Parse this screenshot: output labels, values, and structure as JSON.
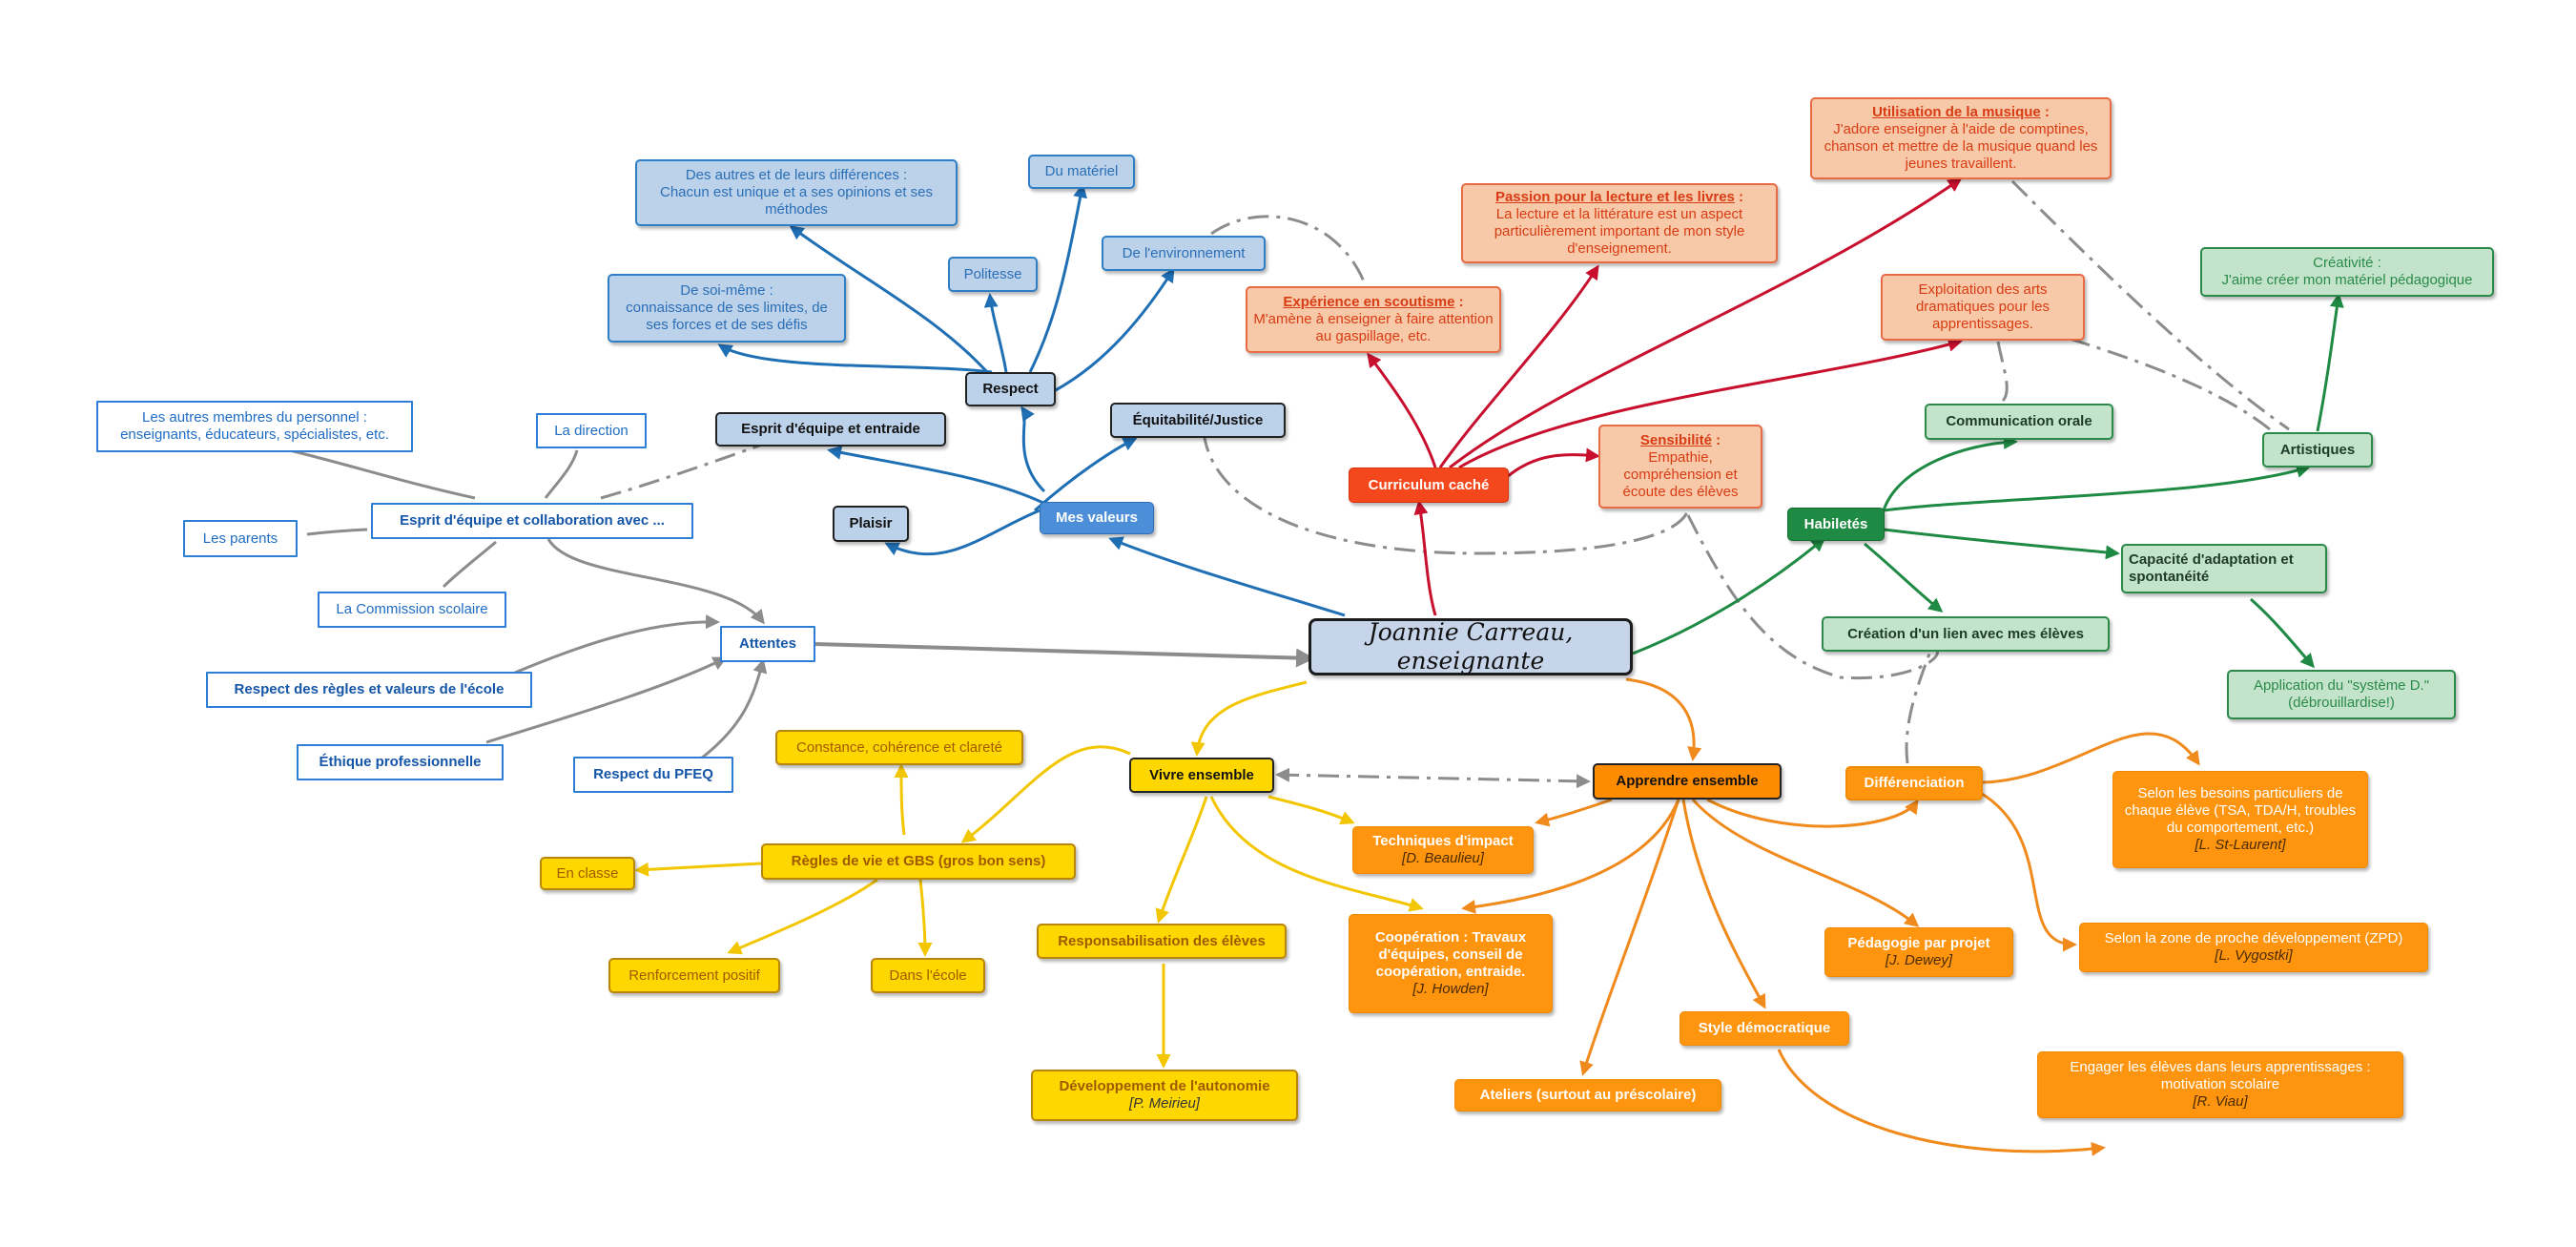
{
  "center": {
    "label": "Joannie Carreau, enseignante"
  },
  "colors": {
    "blue": "#1f6fb5",
    "gray": "#8c8c8c",
    "red": "#c8102e",
    "green": "#1f8a43",
    "yellow": "#f2c600",
    "orange": "#f08a1c"
  },
  "blue": {
    "mes_valeurs": "Mes valeurs",
    "respect": "Respect",
    "plaisir": "Plaisir",
    "esprit_equipe": "Esprit d'équipe et entraide",
    "equite": "Équitabilité/Justice",
    "soi_meme": {
      "title": "De soi-même :",
      "text": "connaissance de ses limites, de ses forces et de ses défis"
    },
    "autres": {
      "title": "Des autres et de leurs différences :",
      "text": "Chacun est unique et a ses opinions et ses méthodes"
    },
    "politesse": "Politesse",
    "materiel": "Du matériel",
    "environnement": "De l'environnement",
    "attentes": "Attentes",
    "esprit_collab": "Esprit d'équipe et collaboration avec ...",
    "personnel": "Les autres membres du personnel : enseignants, éducateurs, spécialistes, etc.",
    "direction": "La direction",
    "parents": "Les parents",
    "commission": "La Commission scolaire",
    "respect_regles": "Respect des règles et valeurs de l'école",
    "ethique": "Éthique professionnelle",
    "pfeq": "Respect du PFEQ"
  },
  "red": {
    "curriculum": "Curriculum caché",
    "scoutisme": {
      "title": "Expérience en scoutisme",
      "suffix": " :",
      "text": "M'amène à enseigner à faire attention au gaspillage, etc."
    },
    "lecture": {
      "title": "Passion pour la lecture et les livres",
      "suffix": " :",
      "text": "La lecture et la littérature est un aspect particulièrement important de mon style d'enseignement."
    },
    "musique": {
      "title": "Utilisation de la musique",
      "suffix": " :",
      "text": "J'adore enseigner à l'aide de comptines, chanson et mettre de la musique quand les jeunes travaillent."
    },
    "arts": "Exploitation des arts dramatiques pour les apprentissages.",
    "sensibilite": {
      "title": "Sensibilité",
      "suffix": " :",
      "text": "Empathie, compréhension et écoute des élèves"
    }
  },
  "green": {
    "habiletes": "Habiletés",
    "communication": "Communication orale",
    "artistiques": "Artistiques",
    "creativite": {
      "title": "Créativité :",
      "text": "J'aime créer mon matériel pédagogique"
    },
    "adaptation": "Capacité d'adaptation et spontanéité",
    "systeme_d": "Application du \"système D.\" (débrouillardise!)",
    "lien": "Création d'un lien avec mes élèves"
  },
  "yellow": {
    "vivre": "Vivre ensemble",
    "constance": "Constance, cohérence et clareté",
    "regles": "Règles de vie  et GBS (gros bon sens)",
    "en_classe": "En classe",
    "renforcement": "Renforcement positif",
    "dans_ecole": "Dans l'école",
    "responsabilisation": "Responsabilisation des élèves",
    "autonomie": {
      "title": "Développement de l'autonomie",
      "ref": "[P. Meirieu]"
    }
  },
  "orange": {
    "apprendre": "Apprendre ensemble",
    "techniques": {
      "title": "Techniques d'impact",
      "ref": "[D. Beaulieu]"
    },
    "cooperation": {
      "title": "Coopération : Travaux d'équipes, conseil de coopération, entraide.",
      "ref": "[J. Howden]"
    },
    "ateliers": "Ateliers (surtout au préscolaire)",
    "style": "Style démocratique",
    "pedagogie": {
      "title": "Pédagogie par projet",
      "ref": "[J. Dewey]"
    },
    "differenciation": "Différenciation",
    "besoins": {
      "text": "Selon les besoins particuliers de chaque élève (TSA, TDA/H, troubles du comportement, etc.)",
      "ref": "[L. St-Laurent]"
    },
    "zpd": {
      "text": "Selon la zone de proche développement (ZPD)",
      "ref": "[L. Vygostki]"
    },
    "engager": {
      "text": "Engager les élèves dans leurs apprentissages : motivation scolaire",
      "ref": "[R. Viau]"
    }
  }
}
